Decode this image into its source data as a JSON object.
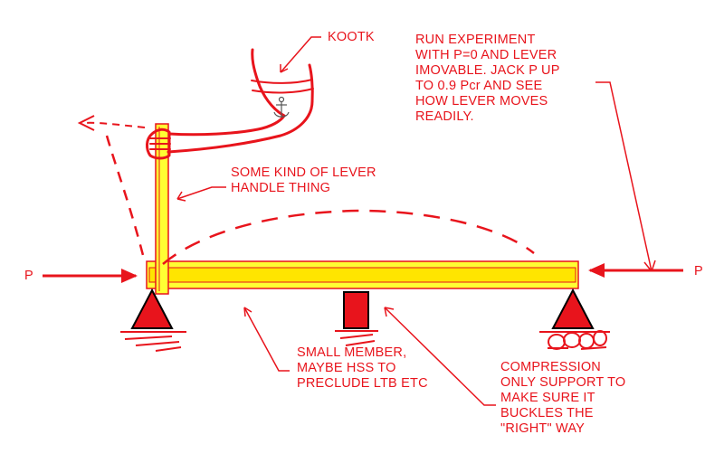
{
  "labels": {
    "kootk": "KOOTK",
    "run_experiment": [
      "RUN EXPERIMENT",
      "WITH P=0 AND LEVER",
      "IMOVABLE.   JACK P UP",
      "TO 0.9 Pcr AND SEE",
      "HOW LEVER MOVES",
      "READILY."
    ],
    "lever_handle": [
      "SOME KIND OF LEVER",
      "HANDLE THING"
    ],
    "load_left": "P",
    "load_right": "P",
    "small_member": [
      "SMALL MEMBER,",
      "MAYBE HSS TO",
      "PRECLUDE LTB ETC"
    ],
    "compression_support": [
      "COMPRESSION",
      "ONLY SUPPORT TO",
      "MAKE SURE IT",
      "BUCKLES THE",
      "\"RIGHT\" WAY"
    ]
  },
  "colors": {
    "ink": "#e8141c",
    "beam_fill": "#ffff33",
    "beam_inner": "#ffe500",
    "support_fill": "#e8141c",
    "outline": "#000000"
  }
}
